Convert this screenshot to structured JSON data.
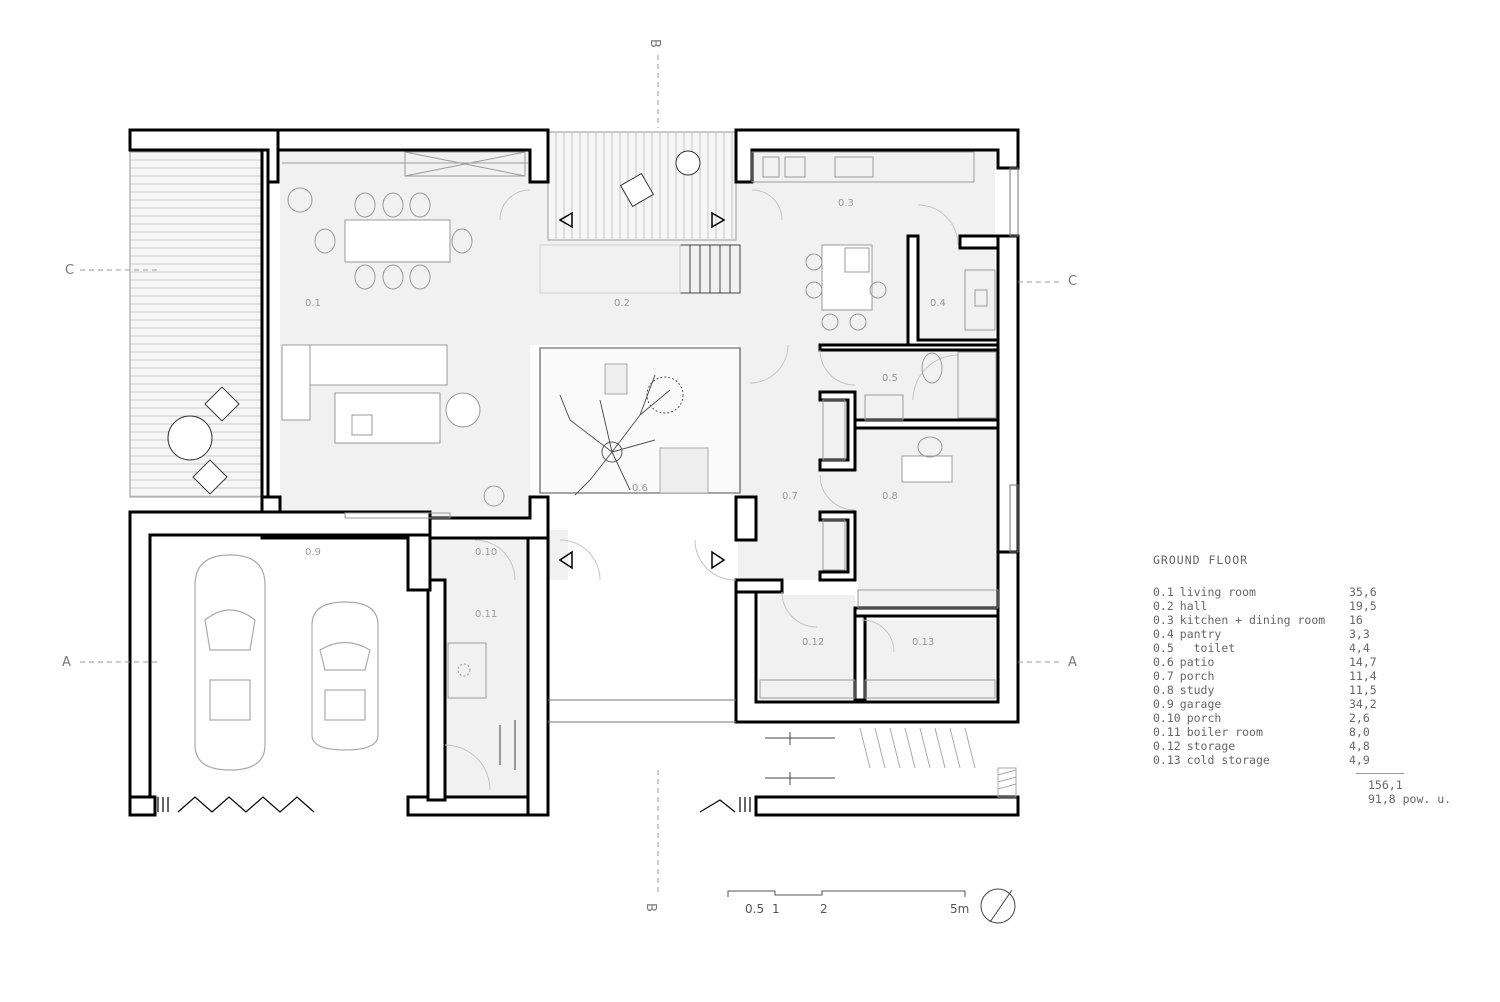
{
  "legend": {
    "title": "GROUND FLOOR",
    "rooms": [
      {
        "num": "0.1",
        "name": "living room",
        "area": "35,6"
      },
      {
        "num": "0.2",
        "name": "hall",
        "area": "19,5"
      },
      {
        "num": "0.3",
        "name": "kitchen + dining room",
        "area": "16"
      },
      {
        "num": "0.4",
        "name": "pantry",
        "area": "3,3"
      },
      {
        "num": "0.5",
        "name": "  toilet",
        "area": "4,4"
      },
      {
        "num": "0.6",
        "name": "patio",
        "area": "14,7"
      },
      {
        "num": "0.7",
        "name": "porch",
        "area": "11,4"
      },
      {
        "num": "0.8",
        "name": "study",
        "area": "11,5"
      },
      {
        "num": "0.9",
        "name": "garage",
        "area": "34,2"
      },
      {
        "num": "0.10",
        "name": "porch",
        "area": "2,6"
      },
      {
        "num": "0.11",
        "name": "boiler room",
        "area": "8,0"
      },
      {
        "num": "0.12",
        "name": "storage",
        "area": "4,8"
      },
      {
        "num": "0.13",
        "name": "cold storage",
        "area": "4,9"
      }
    ],
    "total": "156,1",
    "usable": "91,8 pow. u."
  },
  "plan_labels": {
    "r01": "0.1",
    "r02": "0.2",
    "r03": "0.3",
    "r04": "0.4",
    "r05": "0.5",
    "r06": "0.6",
    "r07": "0.7",
    "r08": "0.8",
    "r09": "0.9",
    "r10": "0.10",
    "r11": "0.11",
    "r12": "0.12",
    "r13": "0.13"
  },
  "sections": {
    "a_left": "A",
    "a_right": "A",
    "b_top": "B",
    "b_bottom": "B",
    "c_left": "C",
    "c_right": "C"
  },
  "scale": {
    "t1": "0.5",
    "t2": "1",
    "t3": "2",
    "t4": "5m"
  }
}
